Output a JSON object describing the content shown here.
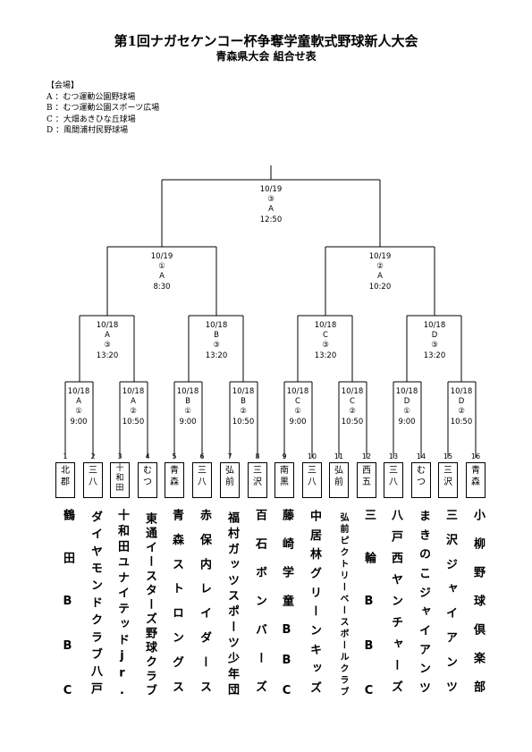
{
  "title": "第1回ナガセケンコー杯争奪学童軟式野球新人大会",
  "subtitle": "青森県大会 組合せ表",
  "venues": {
    "heading": "【会場】",
    "items": [
      "A ：むつ運動公園野球場",
      "B ：むつ運動公園スポーツ広場",
      "C ：大畑あきひな丘球場",
      "D ：風間浦村民野球場"
    ]
  },
  "matches": {
    "r1": [
      {
        "date": "10/18",
        "venue": "A",
        "game": "①",
        "time": "9:00"
      },
      {
        "date": "10/18",
        "venue": "A",
        "game": "②",
        "time": "10:50"
      },
      {
        "date": "10/18",
        "venue": "B",
        "game": "①",
        "time": "9:00"
      },
      {
        "date": "10/18",
        "venue": "B",
        "game": "②",
        "time": "10:50"
      },
      {
        "date": "10/18",
        "venue": "C",
        "game": "①",
        "time": "9:00"
      },
      {
        "date": "10/18",
        "venue": "C",
        "game": "②",
        "time": "10:50"
      },
      {
        "date": "10/18",
        "venue": "D",
        "game": "①",
        "time": "9:00"
      },
      {
        "date": "10/18",
        "venue": "D",
        "game": "②",
        "time": "10:50"
      }
    ],
    "r2": [
      {
        "date": "10/18",
        "venue": "A",
        "game": "③",
        "time": "13:20"
      },
      {
        "date": "10/18",
        "venue": "B",
        "game": "③",
        "time": "13:20"
      },
      {
        "date": "10/18",
        "venue": "C",
        "game": "③",
        "time": "13:20"
      },
      {
        "date": "10/18",
        "venue": "D",
        "game": "③",
        "time": "13:20"
      }
    ],
    "semi": [
      {
        "date": "10/19",
        "venue": "①",
        "game": "A",
        "time": "8:30"
      },
      {
        "date": "10/19",
        "venue": "②",
        "game": "A",
        "time": "10:20"
      }
    ],
    "final": {
      "date": "10/19",
      "venue": "③",
      "game": "A",
      "time": "12:50"
    }
  },
  "teams": [
    {
      "num": "1",
      "abbr": [
        "北",
        "郡"
      ],
      "name": "鶴田BBC"
    },
    {
      "num": "2",
      "abbr": [
        "三",
        "八"
      ],
      "name": "ダイヤモンドクラブ八戸"
    },
    {
      "num": "3",
      "abbr": [
        "十",
        "和",
        "田"
      ],
      "name": "十和田ユナイテッドjr."
    },
    {
      "num": "4",
      "abbr": [
        "む",
        "つ"
      ],
      "name": "東通イースターズ野球クラブ"
    },
    {
      "num": "5",
      "abbr": [
        "青",
        "森"
      ],
      "name": "青森ストロングス"
    },
    {
      "num": "6",
      "abbr": [
        "三",
        "八"
      ],
      "name": "赤保内レイダース"
    },
    {
      "num": "7",
      "abbr": [
        "弘",
        "前"
      ],
      "name": "福村ガッツスポーツ少年団"
    },
    {
      "num": "8",
      "abbr": [
        "三",
        "沢"
      ],
      "name": "百石ボンバーズ"
    },
    {
      "num": "9",
      "abbr": [
        "南",
        "黒"
      ],
      "name": "藤崎学童BBC"
    },
    {
      "num": "10",
      "abbr": [
        "三",
        "八"
      ],
      "name": "中居林グリーンキッズ"
    },
    {
      "num": "11",
      "abbr": [
        "弘",
        "前"
      ],
      "name": "弘前ピクトリーベースボールクラブ"
    },
    {
      "num": "12",
      "abbr": [
        "西",
        "五"
      ],
      "name": "三輪BBC"
    },
    {
      "num": "13",
      "abbr": [
        "三",
        "八"
      ],
      "name": "八戸西ヤンチャーズ"
    },
    {
      "num": "14",
      "abbr": [
        "む",
        "つ"
      ],
      "name": "まきのこジャイアンツ"
    },
    {
      "num": "15",
      "abbr": [
        "三",
        "沢"
      ],
      "name": "三沢ジャイアンツ"
    },
    {
      "num": "16",
      "abbr": [
        "青",
        "森"
      ],
      "name": "小柳野球倶楽部"
    }
  ]
}
